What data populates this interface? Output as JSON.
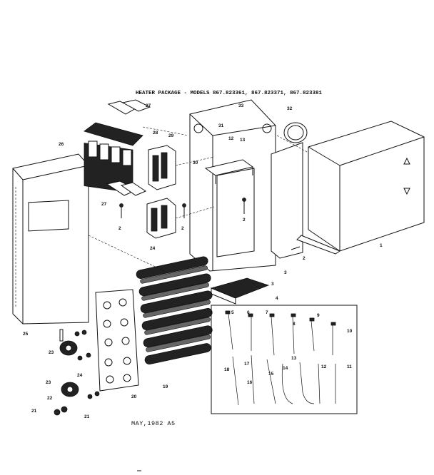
{
  "title": "HEATER PACKAGE - MODELS 867.823361, 867.823371, 867.823381",
  "date": "MAY,1982  A5",
  "callouts": {
    "c1": "1",
    "c2a": "2",
    "c2b": "2",
    "c2c": "2",
    "c2d": "2",
    "c3": "3",
    "c4": "4",
    "c5": "5",
    "c6": "6",
    "c7": "7",
    "c8": "8",
    "c9": "9",
    "c10": "10",
    "c11": "11",
    "c12": "12",
    "c12b": "12",
    "c13": "13",
    "c13b": "13",
    "c14": "14",
    "c15": "15",
    "c16": "16",
    "c17": "17",
    "c18": "18",
    "c19": "19",
    "c20": "20",
    "c21a": "21",
    "c21b": "21",
    "c22": "22",
    "c23": "23",
    "c23b": "23",
    "c24": "24",
    "c25": "25",
    "c26": "26",
    "c27a": "27",
    "c27b": "27",
    "c28": "28",
    "c29": "29",
    "c30": "30",
    "c31": "31",
    "c32": "32",
    "c33": "33",
    "c3b": "3"
  }
}
